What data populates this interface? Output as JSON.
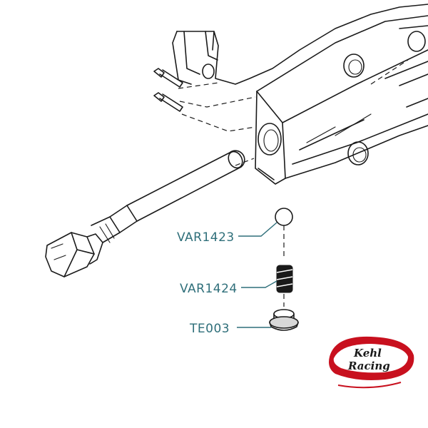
{
  "diagram": {
    "callouts": [
      {
        "id": "ball",
        "label": "VAR1423"
      },
      {
        "id": "spring",
        "label": "VAR1424"
      },
      {
        "id": "plug",
        "label": "TE003"
      }
    ],
    "logo": {
      "line1": "Kehl",
      "line2": "Racing",
      "color": "#c8101e"
    },
    "colors": {
      "callout": "#2f6f7a",
      "linework": "#1a1a1a"
    }
  }
}
